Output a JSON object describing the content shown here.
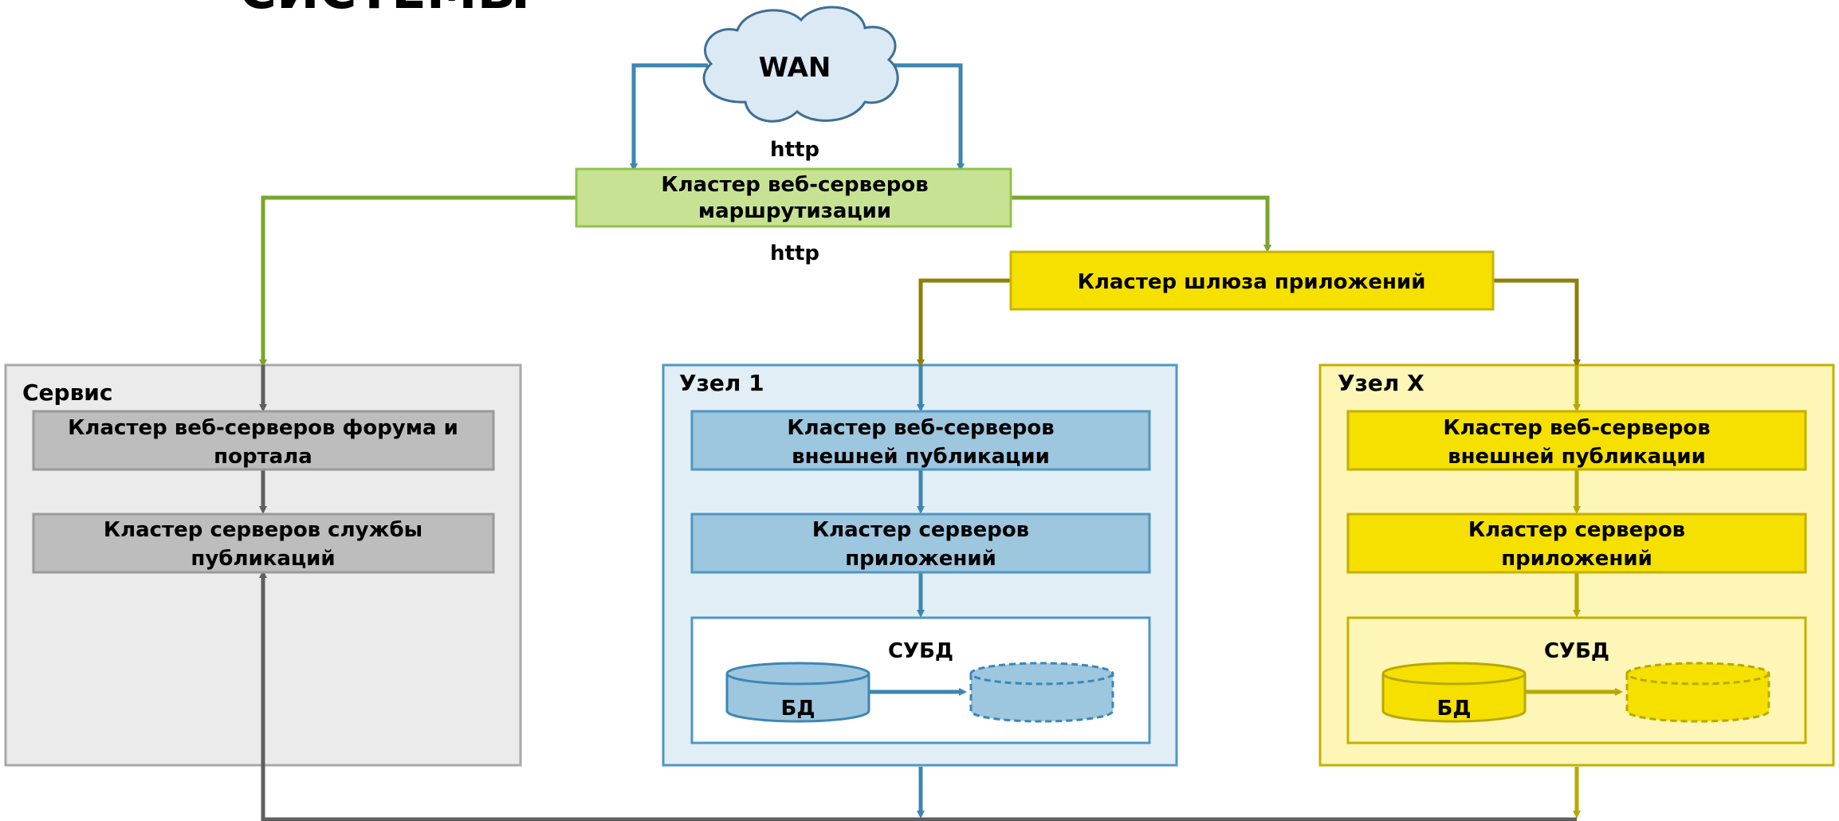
{
  "heading": "СИСТЕМЫ",
  "wan": {
    "label": "WAN"
  },
  "protocol_labels": [
    "http",
    "http"
  ],
  "routing_cluster": {
    "line1": "Кластер веб-серверов",
    "line2": "маршрутизации"
  },
  "gateway_cluster": {
    "label": "Кластер шлюза приложений"
  },
  "groups": {
    "service": {
      "title": "Сервис",
      "box1": {
        "line1": "Кластер веб-серверов форума и",
        "line2": "портала"
      },
      "box2": {
        "line1": "Кластер серверов службы",
        "line2": "публикаций"
      }
    },
    "node1": {
      "title": "Узел 1",
      "box1": {
        "line1": "Кластер веб-серверов",
        "line2": "внешней публикации"
      },
      "box2": {
        "line1": "Кластер серверов",
        "line2": "приложений"
      },
      "dbms": {
        "title": "СУБД",
        "db_label": "БД"
      }
    },
    "nodeX": {
      "title": "Узел X",
      "box1": {
        "line1": "Кластер веб-серверов",
        "line2": "внешней публикации"
      },
      "box2": {
        "line1": "Кластер серверов",
        "line2": "приложений"
      },
      "dbms": {
        "title": "СУБД",
        "db_label": "БД"
      }
    }
  },
  "colors": {
    "wan_arrows": "#3d86b3",
    "routing_fill": "#c8e294",
    "routing_stroke": "#8ec44a",
    "routing_arrows": "#7aa52e",
    "gateway_fill": "#f5e000",
    "gateway_stroke": "#c9b400",
    "gateway_arrows": "#8f7f06",
    "service_bg": "#ebebeb",
    "service_box": "#bdbdbd",
    "service_arrows": "#5f5f5f",
    "node1_bg": "#e2eef6",
    "node1_box": "#9dc6df",
    "node1_stroke": "#4f97c4",
    "nodeX_bg": "#fdf6b6",
    "nodeX_box": "#f5e000",
    "nodeX_stroke": "#c4b000",
    "nodeX_arrows": "#b9a800"
  }
}
